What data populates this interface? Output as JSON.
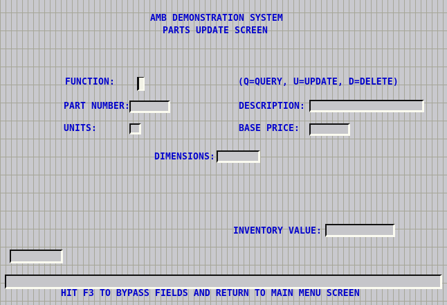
{
  "title": {
    "line1": "AMB DEMONSTRATION SYSTEM",
    "line2": "PARTS UPDATE SCREEN"
  },
  "fields": {
    "function": {
      "label": "FUNCTION:",
      "value": "",
      "hint": "(Q=QUERY, U=UPDATE, D=DELETE)"
    },
    "part_number": {
      "label": "PART NUMBER:",
      "value": ""
    },
    "description": {
      "label": "DESCRIPTION:",
      "value": ""
    },
    "units": {
      "label": "UNITS:",
      "value": ""
    },
    "base_price": {
      "label": "BASE PRICE:",
      "value": ""
    },
    "dimensions": {
      "label": "DIMENSIONS:",
      "value": ""
    },
    "inventory_value": {
      "label": "INVENTORY VALUE:",
      "value": ""
    },
    "bottom_left_field": {
      "value": ""
    },
    "message_line": {
      "value": ""
    }
  },
  "footer": {
    "instruction": "HIT F3 TO BYPASS FIELDS AND RETURN TO MAIN MENU SCREEN"
  },
  "colors": {
    "label_text": "#0000cd",
    "background": "#c9c9ce",
    "grid_line": "#a6a698",
    "field_fill": "#c6c6ca",
    "field_border_dark": "#101010",
    "field_border_light": "#fbfbf0",
    "function_field_fill": "#f2f2e6"
  }
}
